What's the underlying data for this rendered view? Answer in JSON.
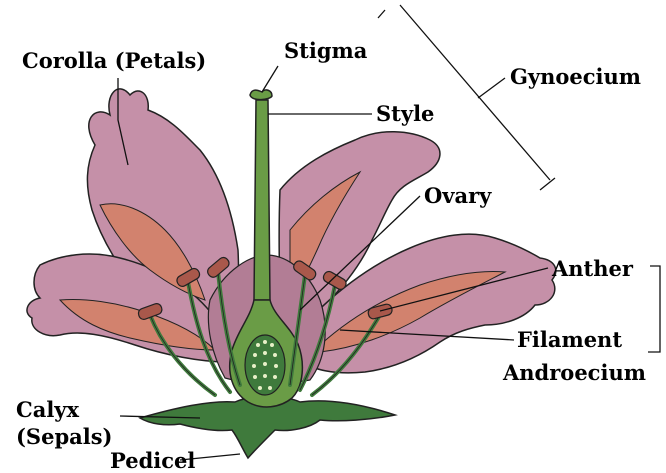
{
  "colors": {
    "background": "#ffffff",
    "petal": "#c590a8",
    "petal_shadow": "#b27d95",
    "petal_vein": "#d2826e",
    "petal_inner": "#d27b6c",
    "stem_green": "#3f7a3c",
    "stem_light": "#6a9c46",
    "anther": "#a9584b",
    "outline": "#222222",
    "ovary_dots": "#e8f0c8",
    "label_text": "#000000"
  },
  "labels": {
    "corolla": "Corolla (Petals)",
    "stigma": "Stigma",
    "style": "Style",
    "ovary": "Ovary",
    "gynoecium": "Gynoecium",
    "anther": "Anther",
    "filament": "Filament",
    "androecium": "Androecium",
    "calyx_line1": "Calyx",
    "calyx_line2": "(Sepals)",
    "pedicel": "Pedicel"
  }
}
